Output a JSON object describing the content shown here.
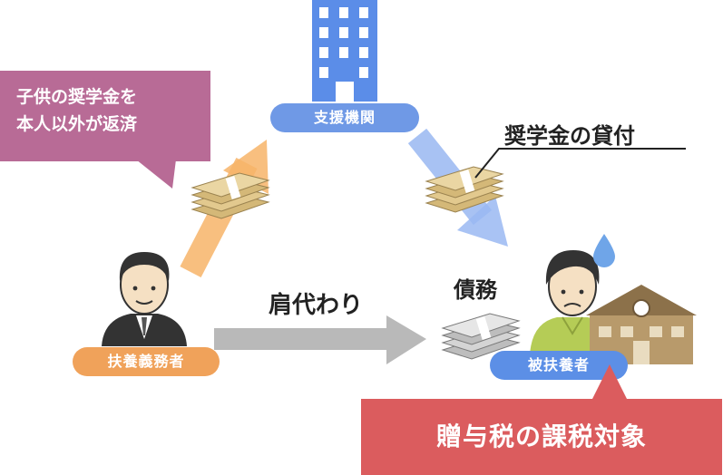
{
  "callout": {
    "line1": "子供の奨学金を",
    "line2": "本人以外が返済"
  },
  "institution_label": "支援機関",
  "loan_label": "奨学金の貸付",
  "debt_label": "債務",
  "transfer_label": "肩代わり",
  "payer_label": "扶養義務者",
  "dependent_label": "被扶養者",
  "tax_label": "贈与税の課税対象",
  "colors": {
    "callout": "#b86b96",
    "building": "#5b8de8",
    "institution_pill": "#6f99e6",
    "payer_pill": "#f0a25a",
    "dependent_pill": "#5c8fe6",
    "tax_box": "#db5c5e",
    "orange_arrow": "#f7b469",
    "blue_arrow": "#9ab8f2",
    "gray_arrow": "#b9b9b9",
    "money": "#d4b878",
    "school": "#b89a6b"
  },
  "icons": [
    "office-building-icon",
    "money-stack-icon",
    "person-icon",
    "school-building-icon",
    "sweat-drop-icon"
  ]
}
